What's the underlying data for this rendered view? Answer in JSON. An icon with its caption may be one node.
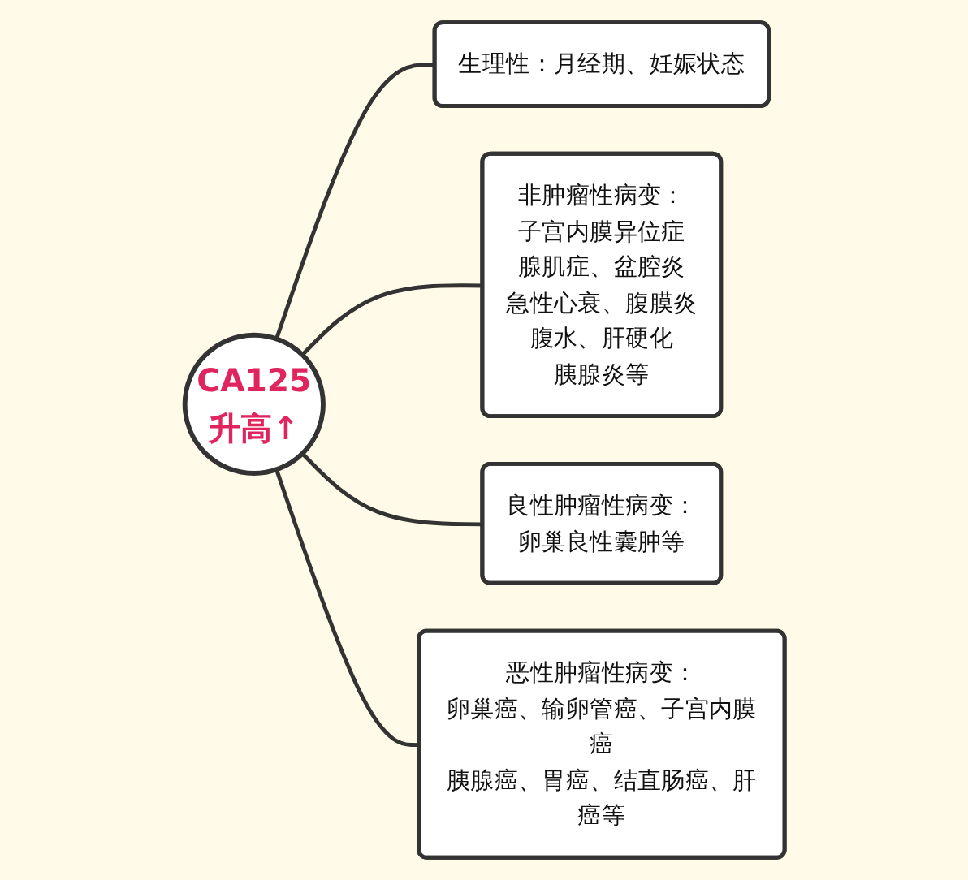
{
  "diagram": {
    "nodes": [
      {
        "text": [
          "生理性：月经期、妊娠状态"
        ]
      },
      {
        "text": [
          "非肿瘤性病变：",
          "子宫内膜异位症",
          "腺肌症、盆腔炎",
          "急性心衰、腹膜炎",
          "腹水、肝硬化",
          "胰腺炎等"
        ]
      },
      {
        "text": [
          "CA125",
          "升高↑"
        ]
      },
      {
        "text": [
          "良性肿瘤性病变：",
          "卵巢良性囊肿等"
        ]
      },
      {
        "text": [
          "恶性肿瘤性病变：",
          "卵巢癌、输卵管癌、子宫内膜癌",
          "胰腺癌、胃癌、结直肠癌、肝癌等"
        ]
      }
    ],
    "edges": [
      {
        "from": 2,
        "to": 0,
        "arrow": "none"
      },
      {
        "from": 2,
        "to": 1,
        "arrow": "none"
      },
      {
        "from": 2,
        "to": 3,
        "arrow": "none"
      },
      {
        "from": 2,
        "to": 4,
        "arrow": "none"
      }
    ]
  }
}
